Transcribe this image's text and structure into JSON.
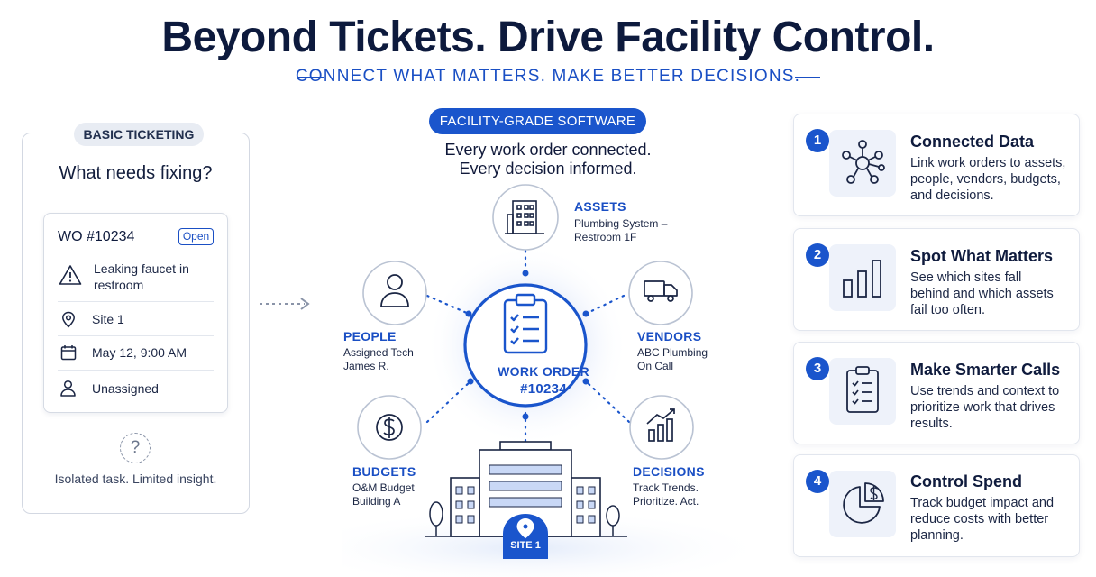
{
  "header": {
    "title": "Beyond Tickets. Drive Facility Control.",
    "subtitle": "CONNECT WHAT MATTERS. MAKE BETTER DECISIONS."
  },
  "left": {
    "badge": "BASIC TICKETING",
    "heading": "What needs fixing?",
    "work_order": {
      "number": "WO #10234",
      "status": "Open",
      "rows": [
        {
          "icon": "warning-icon",
          "text": "Leaking faucet in restroom"
        },
        {
          "icon": "location-pin-icon",
          "text": "Site 1"
        },
        {
          "icon": "calendar-icon",
          "text": "May 12, 9:00 AM"
        },
        {
          "icon": "person-icon",
          "text": "Unassigned"
        }
      ]
    },
    "help_glyph": "?",
    "footer": "Isolated task. Limited insight."
  },
  "center": {
    "pill": "FACILITY-GRADE SOFTWARE",
    "line1": "Every work order connected.",
    "line2": "Every decision informed.",
    "hub": {
      "label1": "WORK ORDER",
      "label2": "#10234"
    },
    "nodes": {
      "assets": {
        "label": "ASSETS",
        "sub1": "Plumbing System –",
        "sub2": "Restroom 1F"
      },
      "people": {
        "label": "PEOPLE",
        "sub1": "Assigned Tech",
        "sub2": "James R."
      },
      "vendors": {
        "label": "VENDORS",
        "sub1": "ABC Plumbing",
        "sub2": "On Call"
      },
      "budgets": {
        "label": "BUDGETS",
        "sub1": "O&M Budget",
        "sub2": "Building A"
      },
      "decisions": {
        "label": "DECISIONS",
        "sub1": "Track Trends.",
        "sub2": "Prioritize. Act."
      }
    },
    "site_label": "SITE 1"
  },
  "cards": [
    {
      "num": "1",
      "title": "Connected Data",
      "desc": "Link work orders to assets, people, vendors, budgets, and decisions.",
      "icon": "network-icon"
    },
    {
      "num": "2",
      "title": "Spot What Matters",
      "desc": "See which sites fall behind and which assets fail too often.",
      "icon": "bar-chart-icon"
    },
    {
      "num": "3",
      "title": "Make Smarter Calls",
      "desc": "Use trends and context to prioritize work that drives results.",
      "icon": "checklist-icon"
    },
    {
      "num": "4",
      "title": "Control Spend",
      "desc": "Track budget impact and reduce costs with better planning.",
      "icon": "pie-dollar-icon"
    }
  ],
  "colors": {
    "accent": "#1a55cc",
    "navy": "#0d1a3d"
  }
}
